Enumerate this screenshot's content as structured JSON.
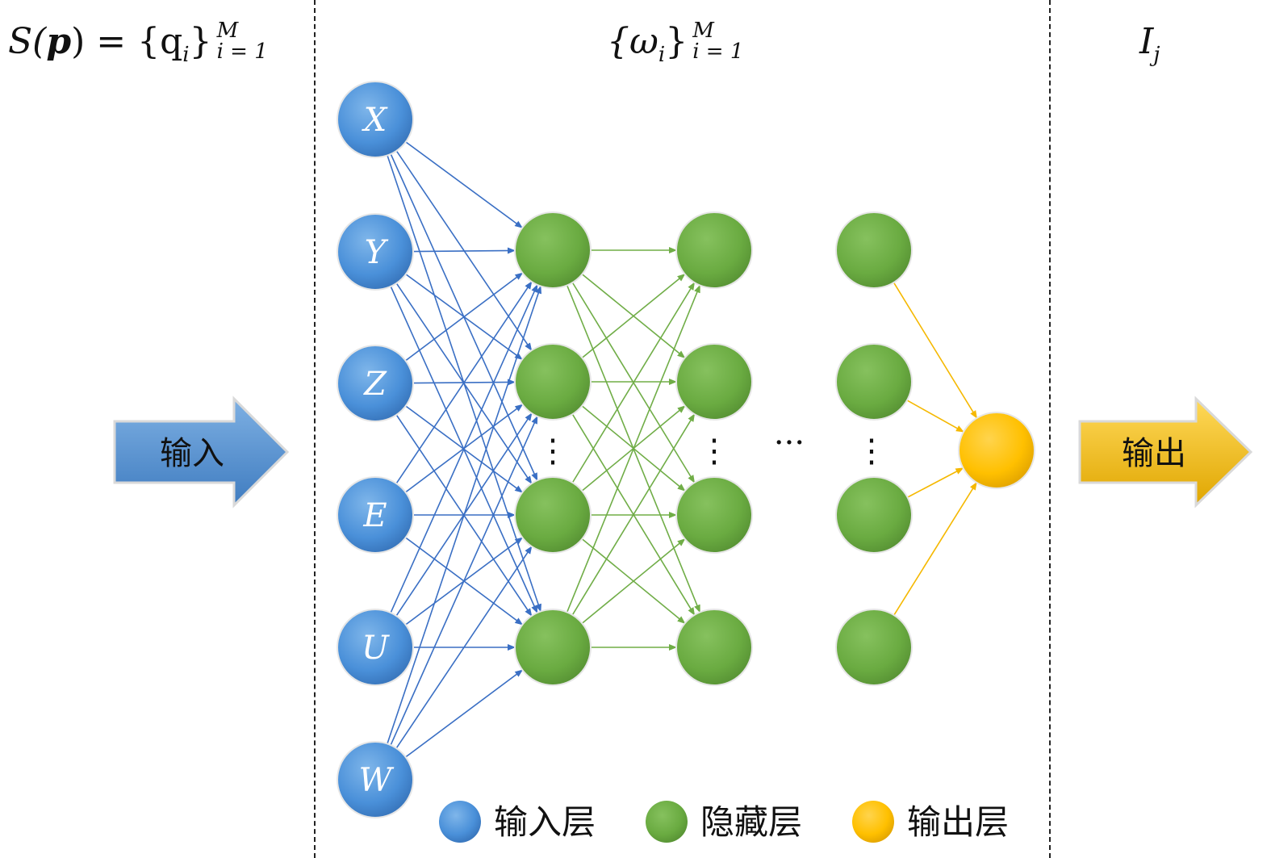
{
  "header": {
    "input_formula_lhs": "S(",
    "input_formula_p": "p",
    "input_formula_mid": ") = {q",
    "input_formula_sub": "i",
    "input_formula_close": "}",
    "input_formula_sup": "M",
    "input_formula_lower": "i = 1",
    "weights_open": "{ω",
    "weights_sub": "i",
    "weights_close": "}",
    "weights_sup": "M",
    "weights_lower": "i = 1",
    "output_symbol": "I",
    "output_sub": "j"
  },
  "input_arrow": {
    "label": "输入",
    "color": "#4f8fcf"
  },
  "output_arrow": {
    "label": "输出",
    "color": "#f5b800"
  },
  "input_nodes": [
    "X",
    "Y",
    "Z",
    "E",
    "U",
    "W"
  ],
  "hidden_vertical_ellipsis": "⋮",
  "hidden_horizontal_ellipsis": "···",
  "colors": {
    "input_node": "#4a90d9",
    "hidden_node": "#70ad47",
    "output_node": "#ffc000",
    "input_edge": "#3a6fc4",
    "hidden_edge": "#70ad47",
    "output_edge": "#f5b800"
  },
  "legend": [
    {
      "label": "输入层",
      "color": "#4a90d9"
    },
    {
      "label": "隐藏层",
      "color": "#70ad47"
    },
    {
      "label": "输出层",
      "color": "#ffc000"
    }
  ]
}
